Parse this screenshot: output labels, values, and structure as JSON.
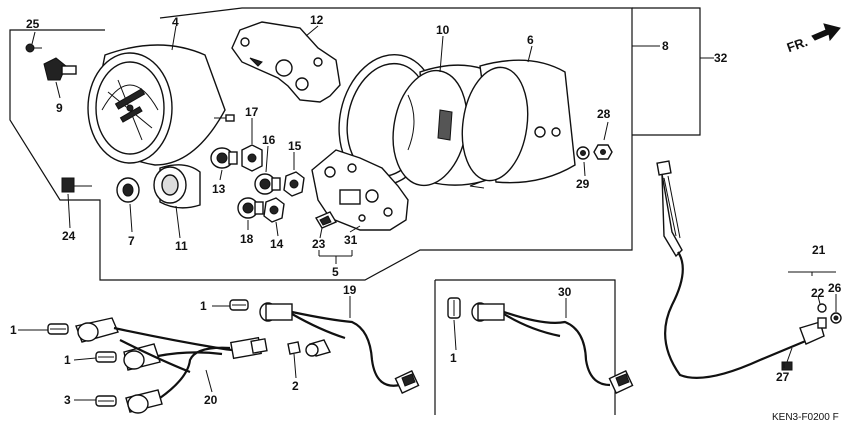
{
  "direction_label": "FR.",
  "diagram_code": "KEN3-F0200 F",
  "callouts": {
    "c1a": "1",
    "c1b": "1",
    "c1c": "1",
    "c1d": "1",
    "c2": "2",
    "c3": "3",
    "c4": "4",
    "c5": "5",
    "c6": "6",
    "c7": "7",
    "c8": "8",
    "c9": "9",
    "c10": "10",
    "c11": "11",
    "c12": "12",
    "c13": "13",
    "c14": "14",
    "c15": "15",
    "c16": "16",
    "c17": "17",
    "c18": "18",
    "c19": "19",
    "c20": "20",
    "c21": "21",
    "c22": "22",
    "c23": "23",
    "c24": "24",
    "c25": "25",
    "c26": "26",
    "c27": "27",
    "c28": "28",
    "c29": "29",
    "c30": "30",
    "c31": "31",
    "c32": "32"
  }
}
